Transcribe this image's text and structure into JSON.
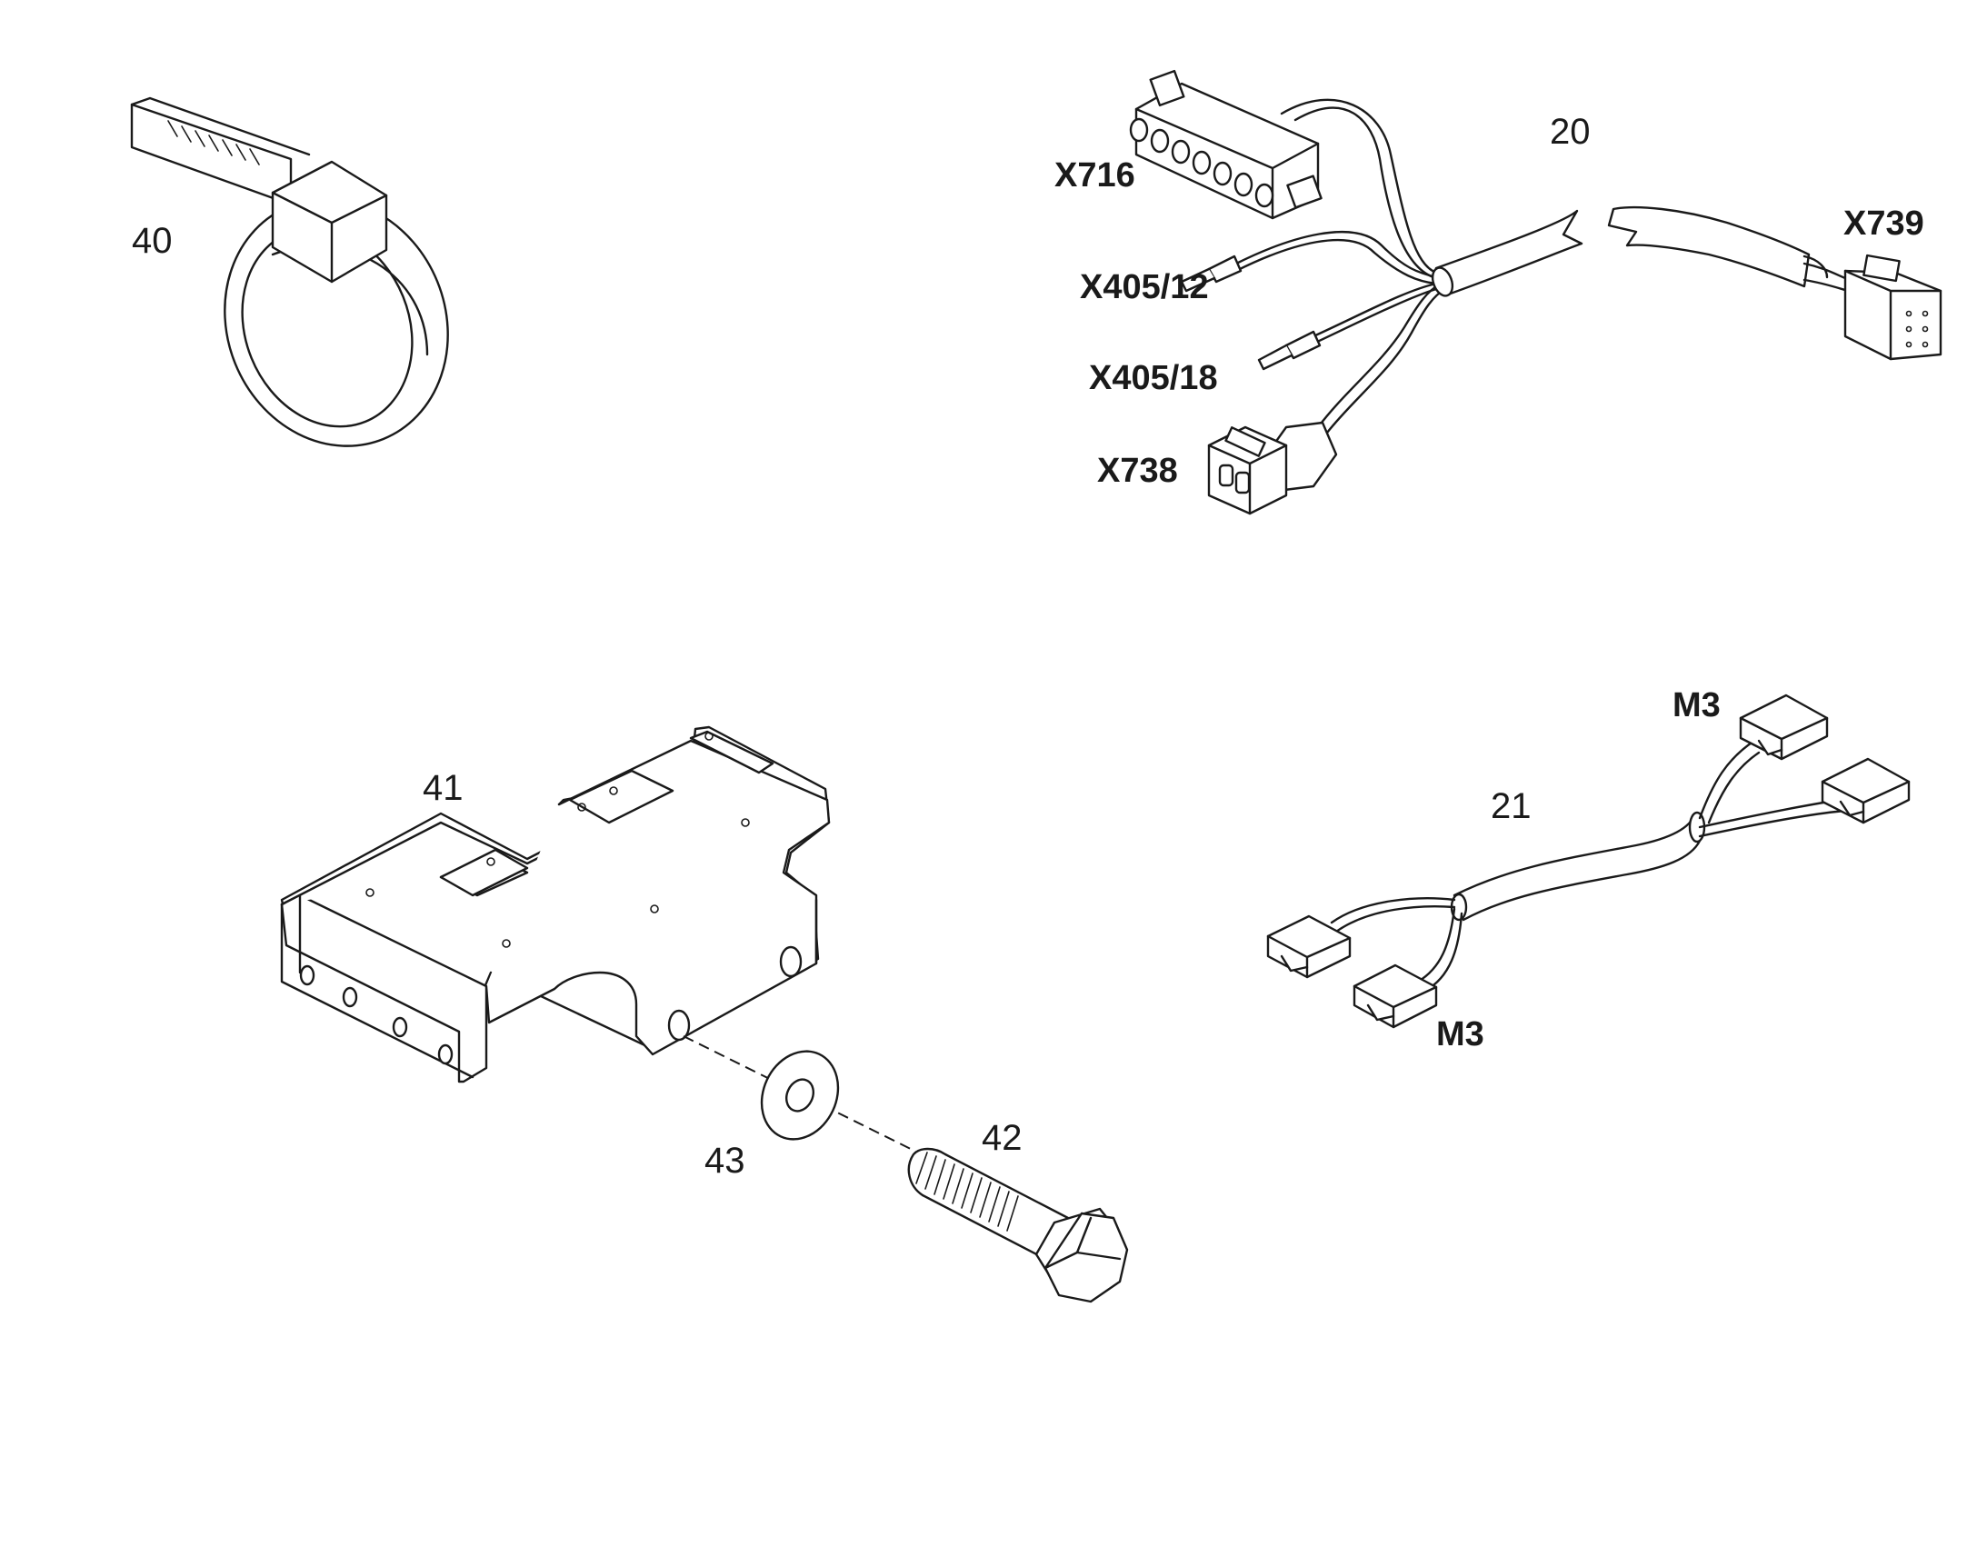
{
  "labels": {
    "p40": "40",
    "p20": "20",
    "p41": "41",
    "p21": "21",
    "p42": "42",
    "p43": "43",
    "x716": "X716",
    "x739": "X739",
    "x405_12": "X405/12",
    "x405_18": "X405/18",
    "x738": "X738",
    "m3_top": "M3",
    "m3_bottom": "M3"
  }
}
